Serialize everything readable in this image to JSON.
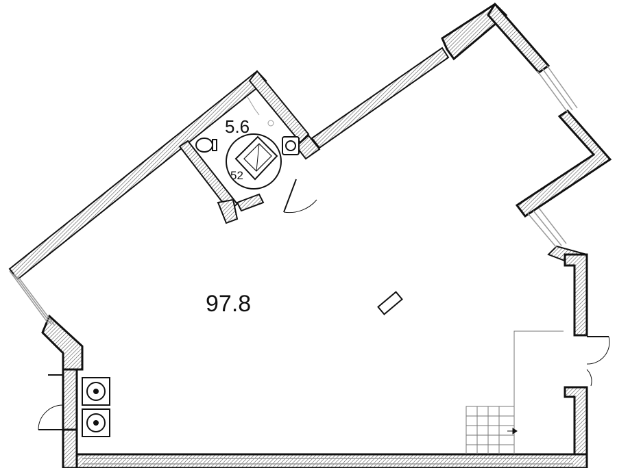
{
  "rooms": [
    {
      "id": "main-hall",
      "area_label": "97.8"
    },
    {
      "id": "bathroom",
      "area_label": "5.6"
    }
  ],
  "fixtures": {
    "shower_tag": "52"
  },
  "colors": {
    "wall": "#111111",
    "hatch": "#555555",
    "window": "#9a9a9a"
  },
  "icons": [
    "toilet-icon",
    "sink-icon",
    "shower-tray-icon",
    "air-conditioner-unit-icon",
    "staircase-icon",
    "door-swing-icon",
    "window-icon",
    "column-icon"
  ]
}
